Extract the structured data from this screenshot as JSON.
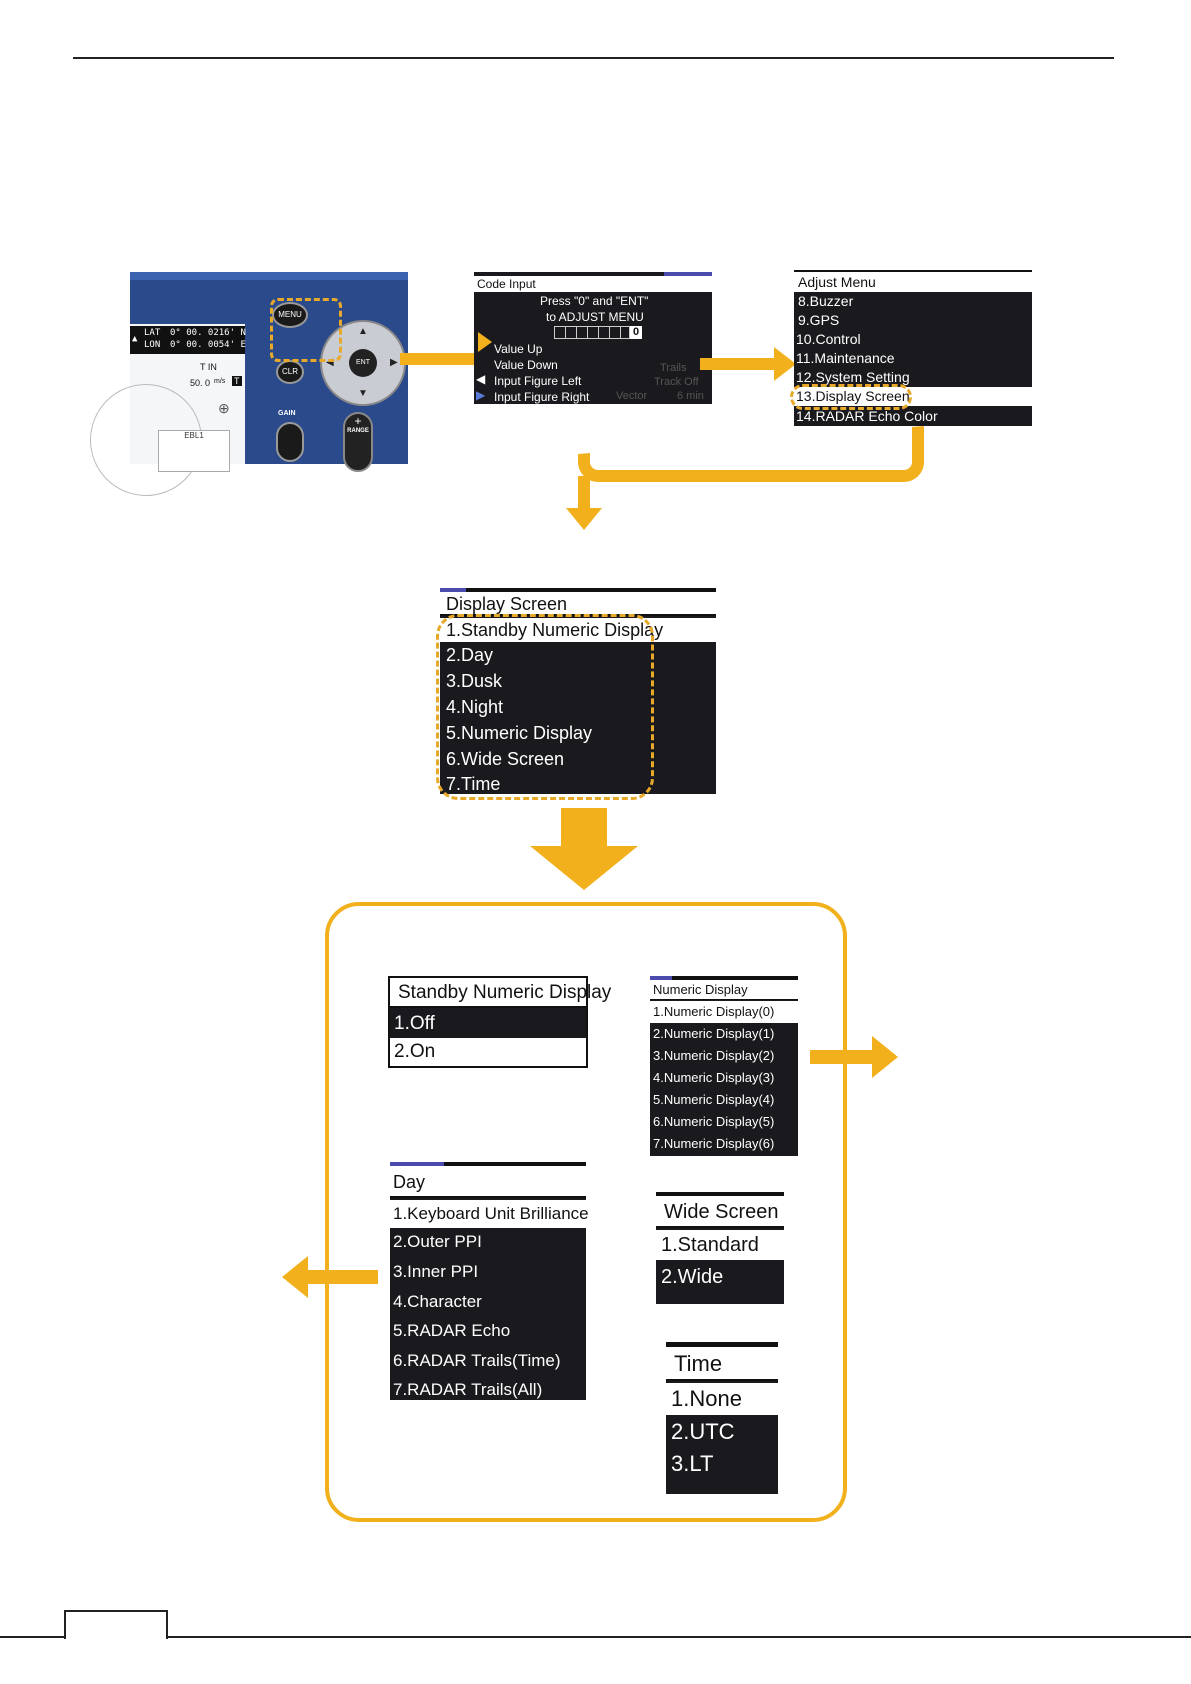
{
  "device": {
    "lat_label": "LAT",
    "lon_label": "LON",
    "lat_value": "0° 00. 0216' N",
    "lon_value": "0° 00. 0054' E",
    "t_in": "T   IN",
    "speed": "50. 0",
    "speed_unit": "m/s",
    "t_badge": "T",
    "ebl": "EBL1",
    "menu_btn": "MENU",
    "ent_btn": "ENT",
    "clr_btn": "CLR",
    "gain_btn": "GAIN",
    "range_btn": "RANGE",
    "range_plus": "+",
    "range_minus": "−"
  },
  "code_input": {
    "title": "Code Input",
    "line1": "Press \"0\" and \"ENT\"",
    "line2": "to ADJUST MENU",
    "code_value": "0",
    "items": [
      "Value Up",
      "Value Down",
      "Input Figure Left",
      "Input Figure Right"
    ],
    "bg_trails": "Trails",
    "bg_track": "Track  Off",
    "bg_vector": "Vector",
    "bg_vector_val": "6 min"
  },
  "adjust_menu": {
    "title": "Adjust Menu",
    "items": [
      "8.Buzzer",
      "9.GPS",
      "10.Control",
      "11.Maintenance",
      "12.System Setting",
      "13.Display Screen",
      "14.RADAR Echo Color"
    ],
    "selected_index": 5
  },
  "display_screen": {
    "title": "Display Screen",
    "items": [
      "1.Standby Numeric Display",
      "2.Day",
      "3.Dusk",
      "4.Night",
      "5.Numeric Display",
      "6.Wide Screen",
      "7.Time"
    ],
    "selected_index": 0
  },
  "standby_numeric": {
    "title": "Standby Numeric Display",
    "items": [
      "1.Off",
      "2.On"
    ],
    "selected_index": 1
  },
  "numeric_display": {
    "title": "Numeric Display",
    "items": [
      "1.Numeric Display(0)",
      "2.Numeric Display(1)",
      "3.Numeric Display(2)",
      "4.Numeric Display(3)",
      "5.Numeric Display(4)",
      "6.Numeric Display(5)",
      "7.Numeric Display(6)"
    ],
    "selected_index": 0
  },
  "day": {
    "title": "Day",
    "items": [
      "1.Keyboard Unit Brilliance",
      "2.Outer PPI",
      "3.Inner PPI",
      "4.Character",
      "5.RADAR Echo",
      "6.RADAR Trails(Time)",
      "7.RADAR Trails(All)"
    ],
    "selected_index": 0
  },
  "wide_screen": {
    "title": "Wide Screen",
    "items": [
      "1.Standard",
      "2.Wide"
    ],
    "selected_index": 0
  },
  "time": {
    "title": "Time",
    "items": [
      "1.None",
      "2.UTC",
      "3.LT"
    ],
    "selected_index": 0
  },
  "colors": {
    "accent": "#f2b01c",
    "dash": "#e8a92a",
    "menu_bg": "#1a1a1e",
    "device_blue": "#2b4a8c",
    "title_bar_blue": "#4c4cb0"
  }
}
